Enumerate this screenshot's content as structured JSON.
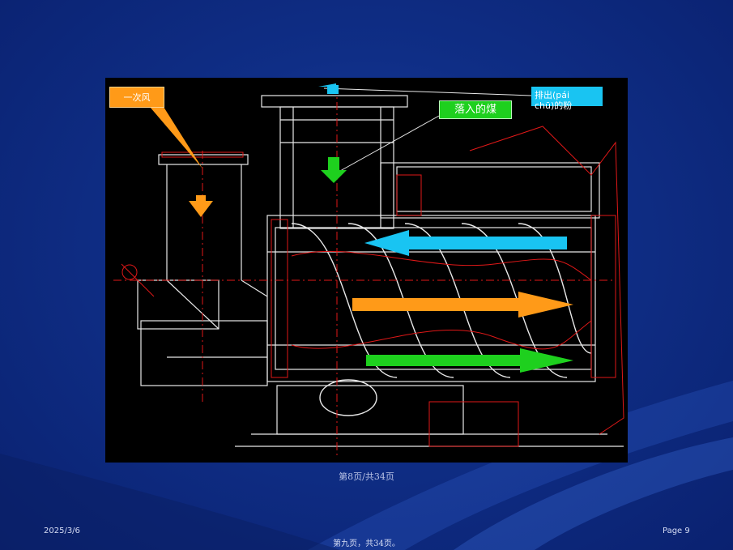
{
  "figure": {
    "callouts": {
      "primary_air": "一次风",
      "discharge_line1": "排出(pái",
      "discharge_line2": "chū)的粉",
      "falling_coal": "落入的煤"
    },
    "colors": {
      "orange": "#ff9a18",
      "cyan": "#19c4f2",
      "green": "#1ed01e",
      "drawing_red": "#e01818",
      "drawing_white": "#e8e8e8",
      "figure_background": "#000000"
    },
    "icons": [
      "arrow-down-orange-icon",
      "arrow-down-green-icon",
      "arrow-left-cyan-icon",
      "arrow-right-orange-icon",
      "arrow-right-green-icon"
    ]
  },
  "caption": "第8页/共34页",
  "footer": {
    "date": "2025/3/6",
    "page": "Page 9",
    "center": "第九页，共34页。"
  },
  "background": {
    "primary": "#0f2e86",
    "accent": "#1a3fa0"
  }
}
